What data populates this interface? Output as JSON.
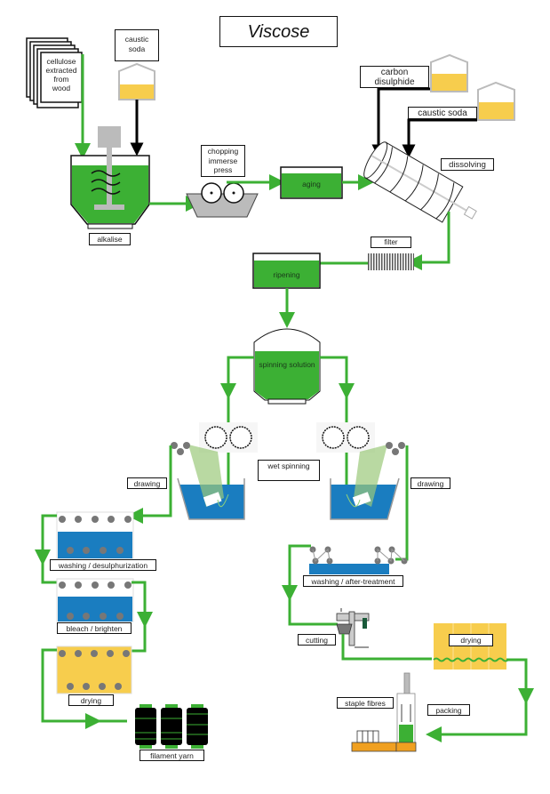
{
  "title": "Viscose",
  "colors": {
    "flow_green": "#3cb034",
    "liquid_green": "#3cb034",
    "bath_blue": "#1a7dc0",
    "caustic_yellow": "#f7cd4d",
    "roller_gray": "#777777",
    "chemical_arrow": "#000000",
    "packing_orange": "#f0a020"
  },
  "stages": {
    "cellulose": "cellulose extracted from wood",
    "caustic_soda_1": "caustic soda",
    "alkalise": "alkalise",
    "chopping": "chopping immerse press",
    "aging": "aging",
    "carbon_disulphide": "carbon disulphide",
    "caustic_soda_2": "caustic soda",
    "dissolving": "dissolving",
    "filter": "filter",
    "ripening": "ripening",
    "spinning_solution": "spinning solution",
    "wet_spinning": "wet spinning",
    "drawing_left": "drawing",
    "drawing_right": "drawing",
    "washing_desulph": "washing / desulphurization",
    "bleach": "bleach / brighten",
    "drying_left": "drying",
    "filament_yarn": "filament yarn",
    "washing_after": "washing / after-treatment",
    "cutting": "cutting",
    "drying_right": "drying",
    "staple_fibres": "staple fibres",
    "packing": "packing"
  }
}
